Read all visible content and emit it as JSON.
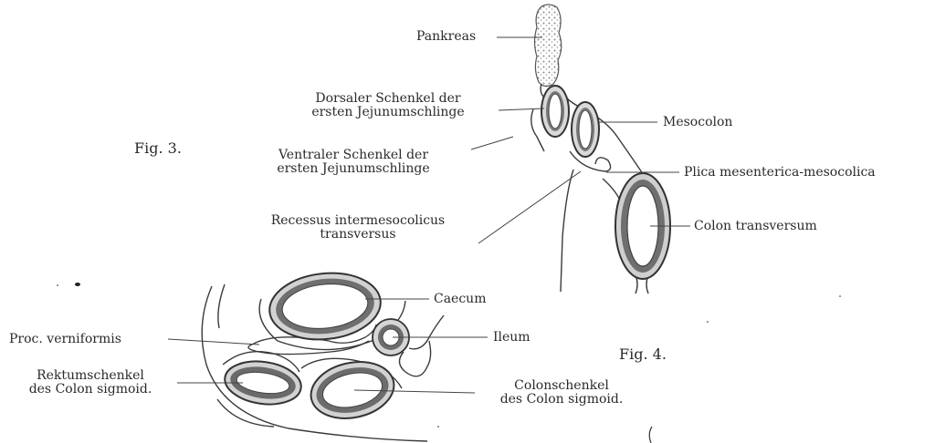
{
  "figure3": {
    "title": "Fig. 3.",
    "labels": {
      "pankreas": "Pankreas",
      "dorsal_line1": "Dorsaler Schenkel der",
      "dorsal_line2": "ersten Jejunumschlinge",
      "ventral_line1": "Ventraler Schenkel der",
      "ventral_line2": "ersten Jejunumschlinge",
      "recessus_line1": "Recessus intermesocolicus",
      "recessus_line2": "transversus",
      "mesocolon": "Mesocolon",
      "plica": "Plica mesenterica-mesocolica",
      "colon_transversum": "Colon transversum"
    }
  },
  "figure4": {
    "title": "Fig. 4.",
    "labels": {
      "caecum": "Caecum",
      "ileum": "Ileum",
      "proc": "Proc. verniformis",
      "rektum_line1": "Rektumschenkel",
      "rektum_line2": "des Colon sigmoid.",
      "colonschenkel_line1": "Colonschenkel",
      "colonschenkel_line2": "des Colon sigmoid."
    }
  }
}
